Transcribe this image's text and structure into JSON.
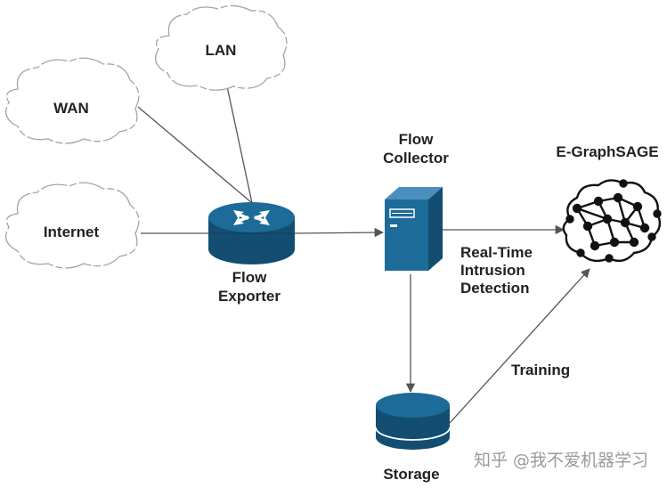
{
  "clouds": {
    "wan": "WAN",
    "lan": "LAN",
    "internet": "Internet"
  },
  "nodes": {
    "exporter": [
      "Flow",
      "Exporter"
    ],
    "collector": [
      "Flow",
      "Collector"
    ],
    "model": "E-GraphSAGE",
    "storage": "Storage"
  },
  "edges": {
    "realtime": [
      "Real-Time",
      "Intrusion",
      "Detection"
    ],
    "training": "Training"
  },
  "watermark": "知乎 @我不爱机器学习",
  "colors": {
    "node_blue": "#1d6b98",
    "node_dark": "#134e72",
    "edge": "#555555",
    "cloud_stroke": "#9aa7b0"
  }
}
